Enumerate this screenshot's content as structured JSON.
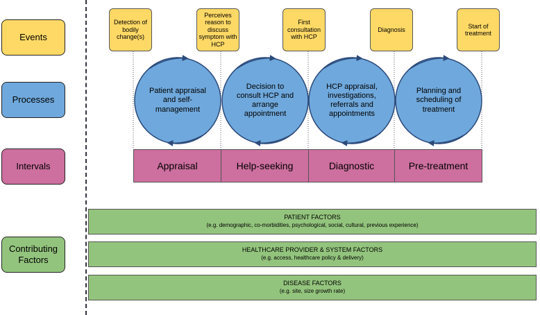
{
  "rows": {
    "events": "Events",
    "processes": "Processes",
    "intervals": "Intervals",
    "contributing": "Contributing Factors"
  },
  "events": [
    "Detection of bodily change(s)",
    "Perceives reason to discuss symptom with HCP",
    "First consultation with HCP",
    "Diagnosis",
    "Start of treatment"
  ],
  "processes": [
    "Patient appraisal and self-management",
    "Decision to consult HCP and arrange appointment",
    "HCP appraisal, investigations, referrals and appointments",
    "Planning and scheduling of treatment"
  ],
  "intervals": [
    "Appraisal",
    "Help-seeking",
    "Diagnostic",
    "Pre-treatment"
  ],
  "factors": [
    {
      "title": "PATIENT FACTORS",
      "sub": "(e.g. demographic, co-morbidities, psychological, social, cultural, previous experience)"
    },
    {
      "title": "HEALTHCARE PROVIDER & SYSTEM FACTORS",
      "sub": "(e.g. access, healthcare policy & delivery)"
    },
    {
      "title": "DISEASE FACTORS",
      "sub": "(e.g. site, size growth rate)"
    }
  ],
  "colors": {
    "event": "#ffd966",
    "process": "#6fa8dc",
    "interval": "#cd6f9f",
    "factor": "#93c47d"
  }
}
